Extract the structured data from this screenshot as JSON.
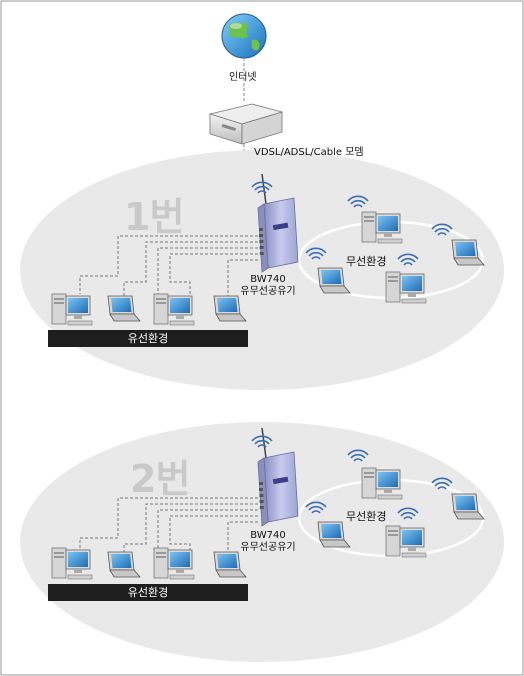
{
  "labels": {
    "internet": "인터넷",
    "modem": "VDSL/ADSL/Cable 모뎀"
  },
  "sections": [
    {
      "number": "1번",
      "router_model": "BW740",
      "router_desc": "유무선공유기",
      "wireless_label": "무선환경",
      "wired_label": "유선환경"
    },
    {
      "number": "2번",
      "router_model": "BW740",
      "router_desc": "유무선공유기",
      "wireless_label": "무선환경",
      "wired_label": "유선환경"
    }
  ],
  "colors": {
    "ellipse": "#e9e9e9",
    "router": "#b8bde0",
    "screen": "#3d8fd6",
    "bar": "#1e1e1e",
    "wifi": "#3a6fb6"
  }
}
